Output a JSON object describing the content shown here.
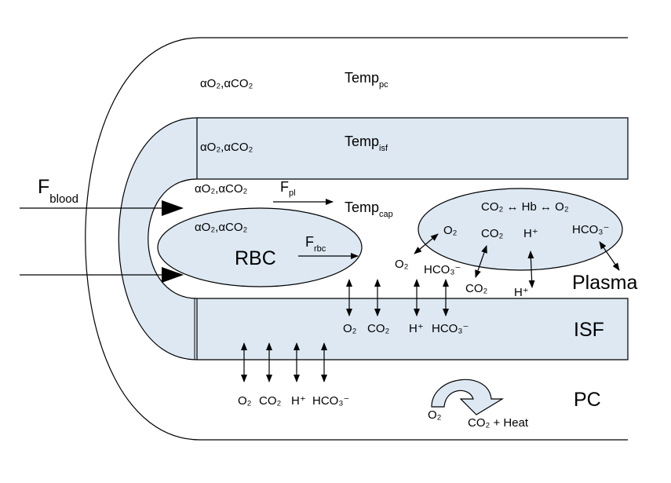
{
  "colors": {
    "fill": "#dde8f3",
    "stroke": "#000000"
  },
  "labels": {
    "alpha_pc": "αO₂,αCO₂",
    "temp_pc": "Temp",
    "temp_pc_sub": "pc",
    "alpha_isf": "αO₂,αCO₂",
    "temp_isf": "Temp",
    "temp_isf_sub": "isf",
    "fblood": "F",
    "fblood_sub": "blood",
    "alpha_pl": "αO₂,αCO₂",
    "fpl": "F",
    "fpl_sub": "pl",
    "temp_cap": "Temp",
    "temp_cap_sub": "cap",
    "alpha_rbc": "αO₂,αCO₂",
    "rbc": "RBC",
    "frbc": "F",
    "frbc_sub": "rbc",
    "reaction": "CO₂ ↔ Hb ↔ O₂",
    "plasma_o2": "O₂",
    "plasma_co2": "CO₂",
    "plasma_h": "H⁺",
    "plasma_hco3": "HCO₃⁻",
    "left_o2": "O₂",
    "left_hco3": "HCO₃⁻",
    "right_co2": "CO₂",
    "right_h": "H⁺",
    "plasma": "Plasma",
    "isf_o2": "O₂",
    "isf_co2": "CO₂",
    "isf_h": "H⁺",
    "isf_hco3": "HCO₃⁻",
    "isf": "ISF",
    "pc_o2": "O₂",
    "pc_co2": "CO₂",
    "pc_h": "H⁺",
    "pc_hco3": "HCO₃⁻",
    "pc": "PC",
    "met_o2": "O₂",
    "met_out": "CO₂ + Heat"
  }
}
